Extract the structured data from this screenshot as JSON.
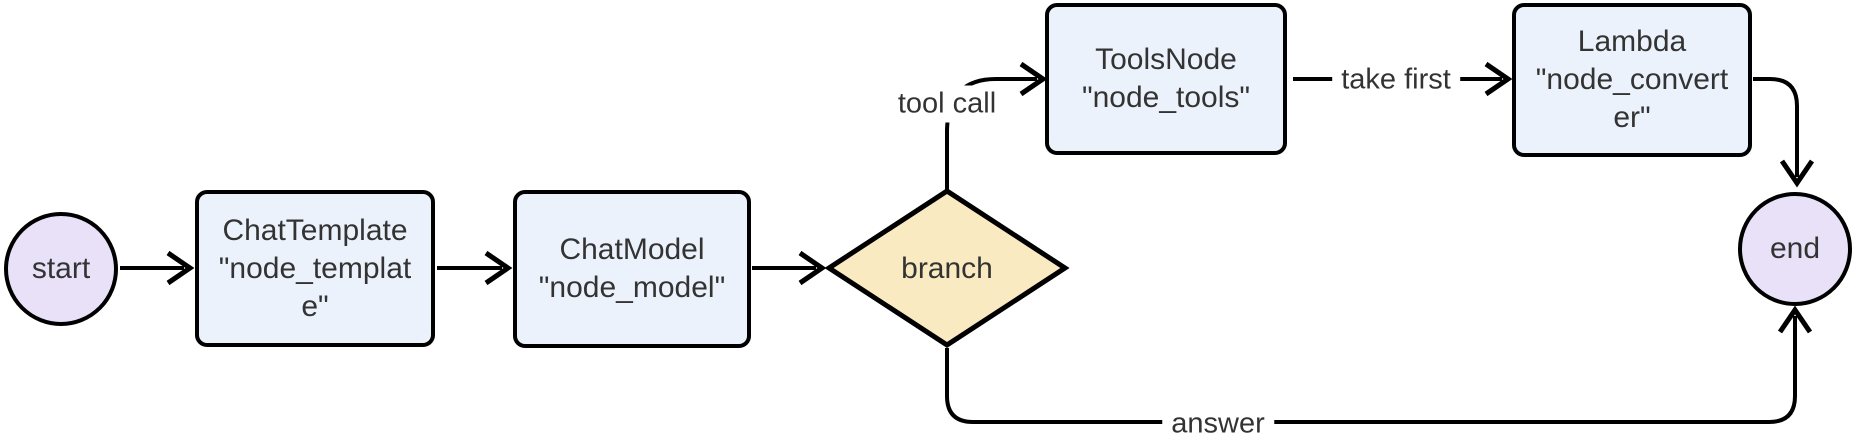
{
  "diagram": {
    "type": "flowchart",
    "background": "#ffffff",
    "stroke_color": "#000000",
    "text_color": "#333333",
    "nodes": {
      "start": {
        "shape": "circle",
        "fill": "#e8e1f8",
        "lines": [
          "start"
        ]
      },
      "chat_template": {
        "shape": "rounded-rect",
        "fill": "#ecf2fb",
        "lines": [
          "ChatTemplate",
          "\"node_templat",
          "e\""
        ]
      },
      "chat_model": {
        "shape": "rounded-rect",
        "fill": "#ecf2fb",
        "lines": [
          "ChatModel",
          "\"node_model\""
        ]
      },
      "branch": {
        "shape": "diamond",
        "fill": "#f9eac2",
        "lines": [
          "branch"
        ]
      },
      "tools_node": {
        "shape": "rounded-rect",
        "fill": "#ecf2fb",
        "lines": [
          "ToolsNode",
          "\"node_tools\""
        ]
      },
      "lambda": {
        "shape": "rounded-rect",
        "fill": "#ecf2fb",
        "lines": [
          "Lambda",
          "\"node_convert",
          "er\""
        ]
      },
      "end": {
        "shape": "circle",
        "fill": "#e8e1f8",
        "lines": [
          "end"
        ]
      }
    },
    "edges": [
      {
        "from": "start",
        "to": "chat_template",
        "label": ""
      },
      {
        "from": "chat_template",
        "to": "chat_model",
        "label": ""
      },
      {
        "from": "chat_model",
        "to": "branch",
        "label": ""
      },
      {
        "from": "branch",
        "to": "tools_node",
        "label": "tool call"
      },
      {
        "from": "tools_node",
        "to": "lambda",
        "label": "take first"
      },
      {
        "from": "lambda",
        "to": "end",
        "label": ""
      },
      {
        "from": "branch",
        "to": "end",
        "label": "answer"
      }
    ]
  }
}
